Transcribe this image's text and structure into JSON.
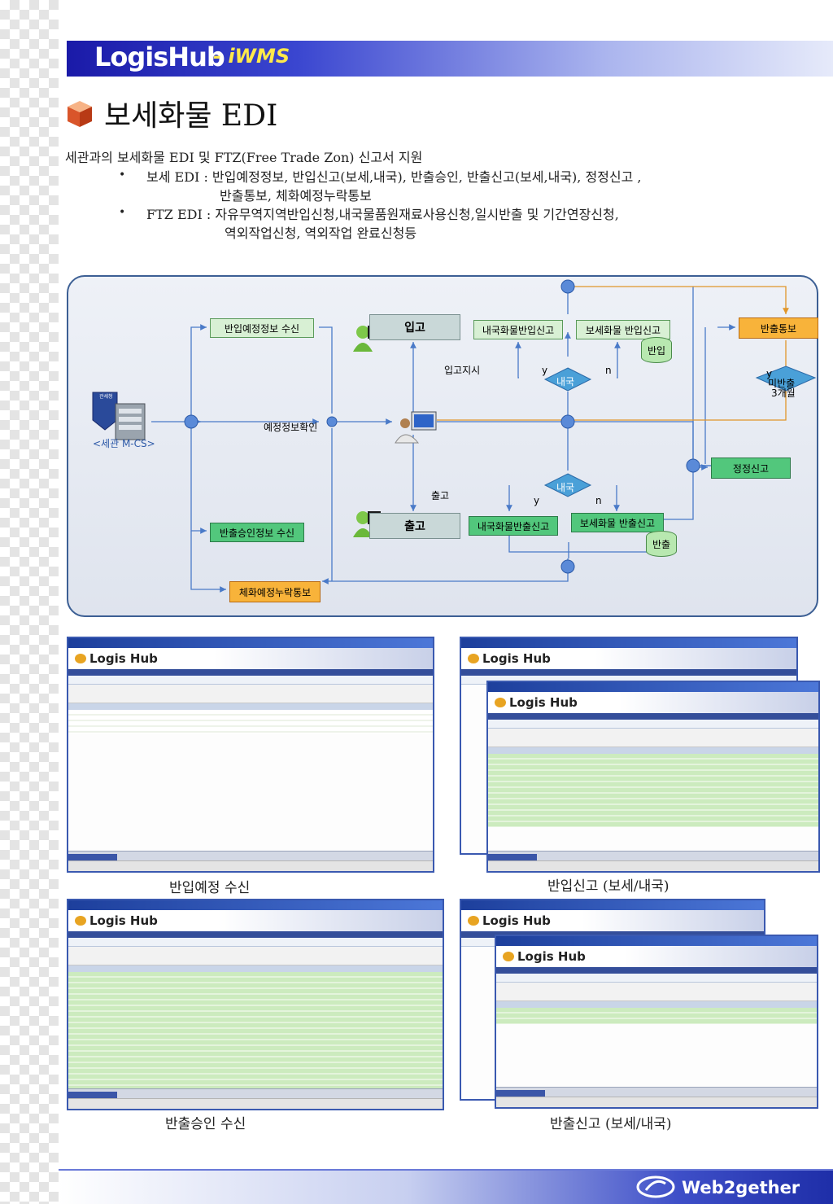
{
  "header": {
    "brand": "LogisHub",
    "brand_sub": "- iWMS"
  },
  "page_title": "보세화물 EDI",
  "intro": "세관과의 보세화물 EDI 및 FTZ(Free Trade Zon) 신고서 지원",
  "bullets": [
    {
      "line1": "보세 EDI : 반입예정정보, 반입신고(보세,내국), 반출승인, 반출신고(보세,내국), 정정신고 ,",
      "line2": "반출통보, 체화예정누락통보"
    },
    {
      "line1": "FTZ EDI  : 자유무역지역반입신청,내국물품원재료사용신청,일시반출 및 기간연장신청,",
      "line2": "역외작업신청, 역외작업 완료신청등"
    }
  ],
  "diagram": {
    "customs_label": "<세관 M-CS>",
    "customs_badge": "관세청",
    "nodes": {
      "receive_plan": "반입예정정보 수신",
      "inbound": "입고",
      "domestic_in": "내국화물반입신고",
      "bonded_in": "보세화물 반입신고",
      "out_notice": "반출통보",
      "bring_in_db": "반입",
      "not_shipped": "미반출",
      "three_months": "3개월",
      "correction": "정정신고",
      "out_approval": "반출승인정보 수신",
      "outbound": "출고",
      "domestic_out": "내국화물반출신고",
      "bonded_out": "보세화물 반출신고",
      "ship_out_db": "반출",
      "overdue_notice": "체화예정누락통보",
      "domestic_decision_1": "내국",
      "domestic_decision_2": "내국"
    },
    "labels": {
      "inbound_order": "입고지시",
      "plan_check": "예정정보확인",
      "outbound": "출고",
      "y1": "y",
      "n1": "n",
      "y2": "y",
      "n2": "n",
      "y3": "y"
    }
  },
  "screenshots": [
    {
      "caption": "반입예정 수신"
    },
    {
      "caption": "반입신고 (보세/내국)"
    },
    {
      "caption": "반출승인 수신"
    },
    {
      "caption": "반출신고 (보세/내국)"
    }
  ],
  "footer": {
    "brand": "Web2gether"
  },
  "colors": {
    "header_blue": "#1a1aa8",
    "brand_yellow": "#ffe94a",
    "orange": "#f8b33a",
    "green": "#52c77c",
    "diagram_border": "#3c5f94"
  }
}
